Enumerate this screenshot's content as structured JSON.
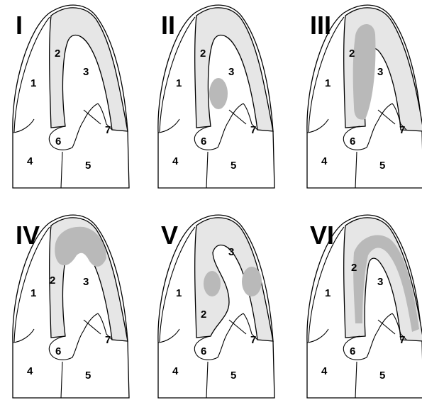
{
  "colors": {
    "band_fill": "#e6e6e6",
    "shade_fill": "#b9b9b9",
    "line": "#000000",
    "background": "#ffffff"
  },
  "panels": [
    {
      "title": "I",
      "variant": "uniform-band",
      "labels": {
        "r1": "1",
        "r2": "2",
        "r3": "3",
        "r4": "4",
        "r5": "5",
        "r6": "6",
        "r7": "7"
      }
    },
    {
      "title": "II",
      "variant": "focal-mid",
      "labels": {
        "r1": "1",
        "r2": "2",
        "r3": "3",
        "r4": "4",
        "r5": "5",
        "r6": "6",
        "r7": "7"
      }
    },
    {
      "title": "III",
      "variant": "thick-septal",
      "labels": {
        "r1": "1",
        "r2": "2",
        "r3": "3",
        "r4": "4",
        "r5": "5",
        "r6": "6",
        "r7": "7"
      }
    },
    {
      "title": "IV",
      "variant": "apical",
      "labels": {
        "r1": "1",
        "r2": "2",
        "r3": "3",
        "r4": "4",
        "r5": "5",
        "r6": "6",
        "r7": "7"
      }
    },
    {
      "title": "V",
      "variant": "midventricular",
      "labels": {
        "r1": "1",
        "r2": "2",
        "r3": "3",
        "r4": "4",
        "r5": "5",
        "r6": "6",
        "r7": "7"
      }
    },
    {
      "title": "VI",
      "variant": "diffuse",
      "labels": {
        "r1": "1",
        "r2": "2",
        "r3": "3",
        "r4": "4",
        "r5": "5",
        "r6": "6",
        "r7": "7"
      }
    }
  ]
}
